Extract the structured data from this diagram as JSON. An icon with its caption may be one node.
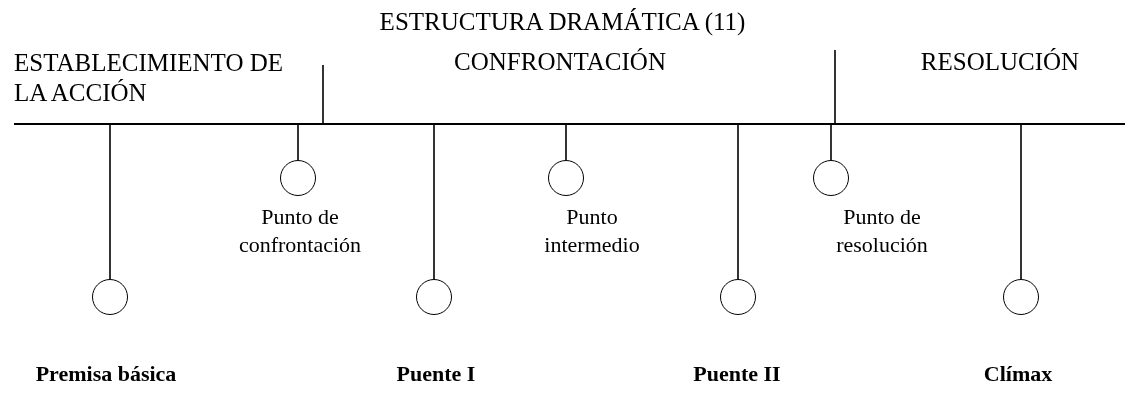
{
  "diagram": {
    "title": "ESTRUCTURA DRAMÁTICA (11)",
    "nodes": [
      {
        "text": [],
        "shape": "bar"
      },
      {
        "text": [],
        "shape": "circle",
        "beside": [
          "Premisa básica"
        ]
      },
      {
        "text": [],
        "shape": "circle",
        "beside": [
          "Punto de confrontación"
        ]
      },
      {
        "text": [],
        "shape": "circle",
        "beside": [
          "Puente I"
        ]
      },
      {
        "text": [],
        "shape": "circle",
        "beside": [
          "Punto intermedio"
        ]
      },
      {
        "text": [],
        "shape": "circle",
        "beside": [
          "Puente II"
        ]
      },
      {
        "text": [],
        "shape": "circle",
        "beside": [
          "Punto de resolución"
        ]
      },
      {
        "text": [],
        "shape": "circle",
        "beside": [
          "Clímax"
        ]
      }
    ],
    "edges": [
      {
        "from": 0,
        "to": 1,
        "arrow": "none"
      },
      {
        "from": 0,
        "to": 2,
        "arrow": "none"
      },
      {
        "from": 0,
        "to": 3,
        "arrow": "none"
      },
      {
        "from": 0,
        "to": 4,
        "arrow": "none"
      },
      {
        "from": 0,
        "to": 5,
        "arrow": "none"
      },
      {
        "from": 0,
        "to": 6,
        "arrow": "none"
      },
      {
        "from": 0,
        "to": 7,
        "arrow": "none"
      }
    ],
    "labels": [
      "ESTABLECIMIENTO DE LA ACCIÓN",
      "CONFRONTACIÓN",
      "RESOLUCIÓN"
    ]
  }
}
